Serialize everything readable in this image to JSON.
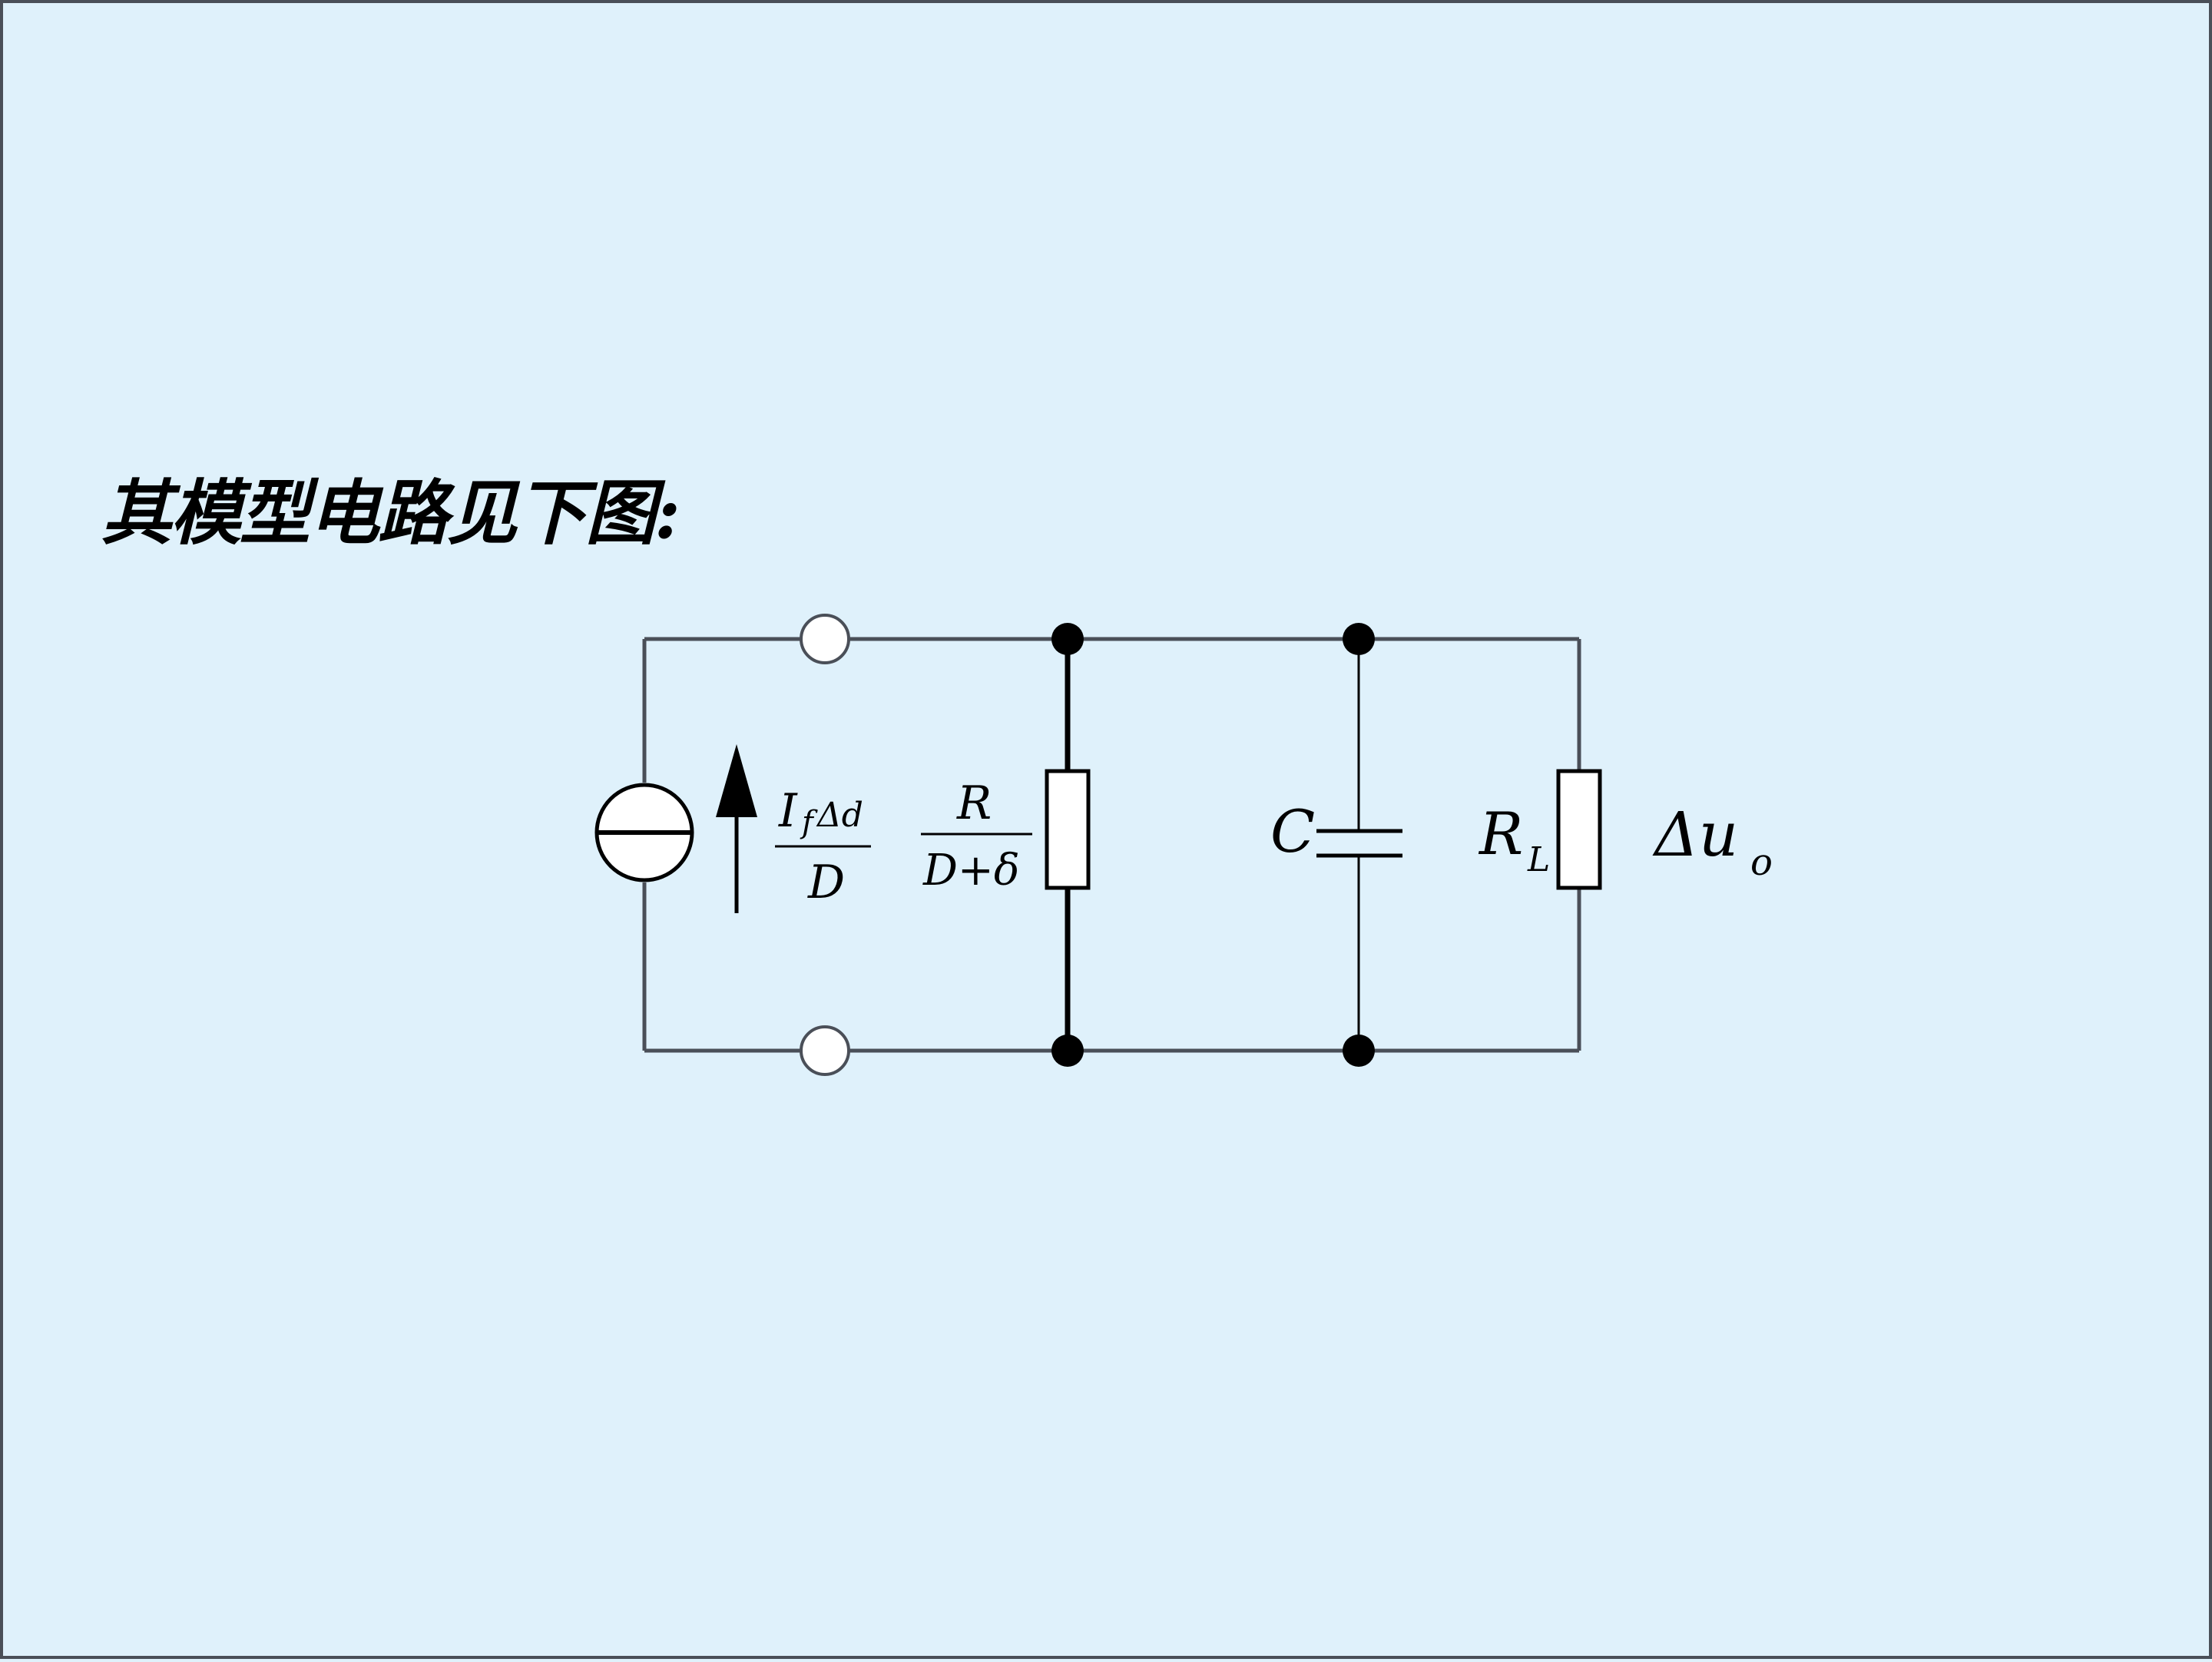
{
  "slide": {
    "heading": "其模型电路见下图:",
    "background_color": "#dff1fb",
    "border_color": "#4a4f58"
  },
  "circuit": {
    "source_label": {
      "numerator": "I",
      "numerator_sub": "f",
      "numerator_tail": "Δd",
      "denominator": "D"
    },
    "resistor_d_label": {
      "numerator": "R",
      "denominator": "D+δ"
    },
    "capacitor_label": "C",
    "load_resistor_label": "R",
    "load_resistor_sub": "L",
    "output_label": "Δu",
    "output_sub": "o",
    "icons": [
      "current-source-icon",
      "current-arrow-icon",
      "resistor-icon",
      "capacitor-icon",
      "terminal-icon",
      "junction-dot-icon"
    ]
  }
}
